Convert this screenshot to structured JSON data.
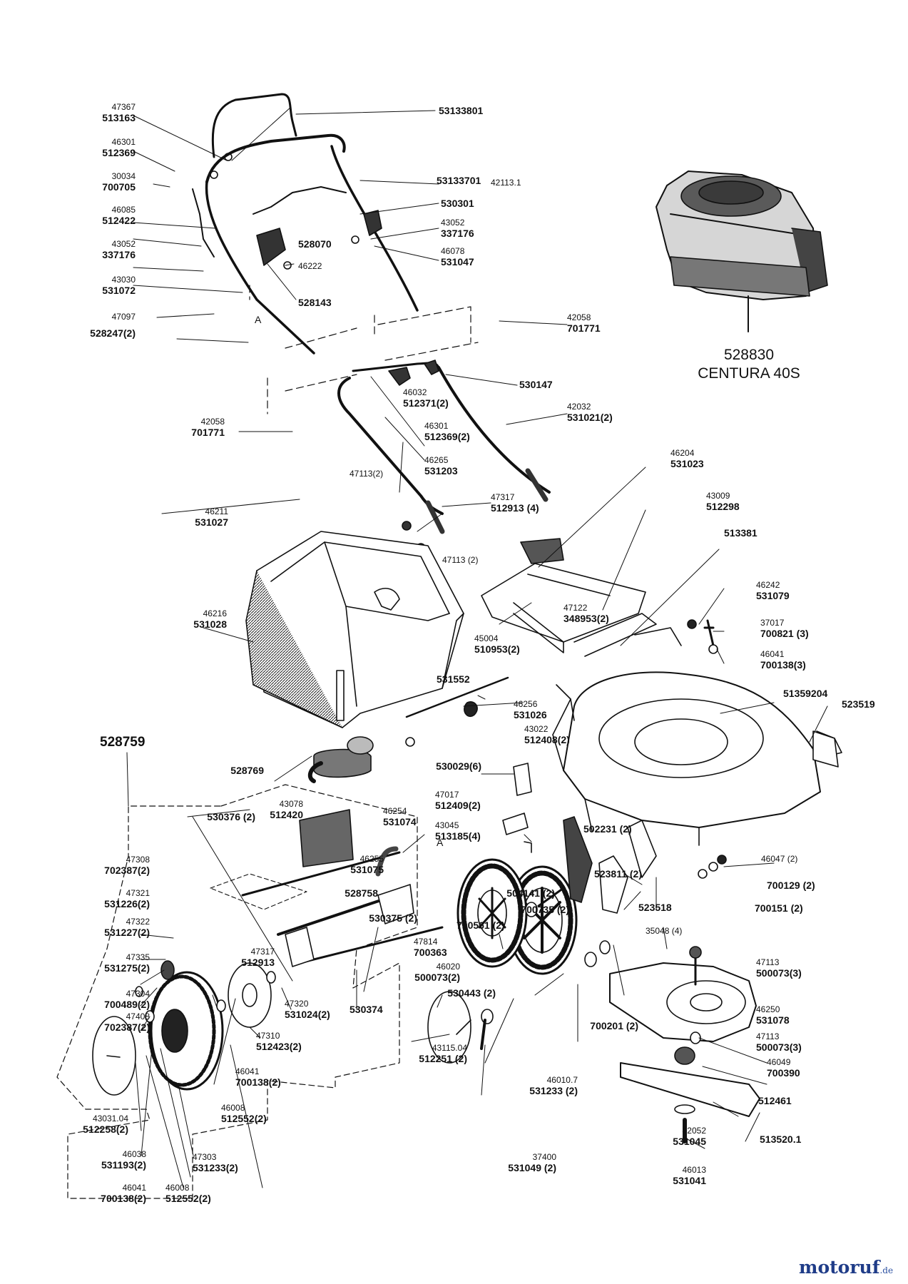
{
  "engine": {
    "part": "528830",
    "model": "CENTURA 40S"
  },
  "assembly": {
    "drive_unit": "528759",
    "marker": "A"
  },
  "labels": [
    {
      "id": "l1",
      "ref": "47367",
      "pn": "513163"
    },
    {
      "id": "l2",
      "ref": "46301",
      "pn": "512369"
    },
    {
      "id": "l3",
      "ref": "30034",
      "pn": "700705"
    },
    {
      "id": "l4",
      "ref": "46085",
      "pn": "512422"
    },
    {
      "id": "l5",
      "ref": "43052",
      "pn": "337176"
    },
    {
      "id": "l6",
      "ref": "43030",
      "pn": "531072"
    },
    {
      "id": "l7",
      "ref": "47097",
      "pn": ""
    },
    {
      "id": "l8",
      "ref": "",
      "pn": "528247(2)"
    },
    {
      "id": "l9",
      "ref": "",
      "pn": "53133801"
    },
    {
      "id": "l10",
      "ref": "",
      "pn": "53133701"
    },
    {
      "id": "l11",
      "ref": "42113.1",
      "pn": ""
    },
    {
      "id": "l12",
      "ref": "",
      "pn": "530301"
    },
    {
      "id": "l13",
      "ref": "43052",
      "pn": "337176"
    },
    {
      "id": "l14",
      "ref": "46078",
      "pn": "531047"
    },
    {
      "id": "l15",
      "ref": "",
      "pn": "528070"
    },
    {
      "id": "l16",
      "ref": "46222",
      "pn": ""
    },
    {
      "id": "l17",
      "ref": "",
      "pn": "528143"
    },
    {
      "id": "l18",
      "ref": "42058",
      "pn": "701771"
    },
    {
      "id": "l19",
      "ref": "",
      "pn": "530147"
    },
    {
      "id": "l20",
      "ref": "46032",
      "pn": "512371(2)"
    },
    {
      "id": "l21",
      "ref": "42032",
      "pn": "531021(2)"
    },
    {
      "id": "l22",
      "ref": "42058",
      "pn": "701771"
    },
    {
      "id": "l23",
      "ref": "46301",
      "pn": "512369(2)"
    },
    {
      "id": "l24",
      "ref": "46265",
      "pn": "531203"
    },
    {
      "id": "l25",
      "ref": "47113(2)",
      "pn": ""
    },
    {
      "id": "l26",
      "ref": "47317",
      "pn": "512913 (4)"
    },
    {
      "id": "l27",
      "ref": "46211",
      "pn": "531027"
    },
    {
      "id": "l28",
      "ref": "47113 (2)",
      "pn": ""
    },
    {
      "id": "l29",
      "ref": "46204",
      "pn": "531023"
    },
    {
      "id": "l30",
      "ref": "43009",
      "pn": "512298"
    },
    {
      "id": "l31",
      "ref": "",
      "pn": "513381"
    },
    {
      "id": "l32",
      "ref": "46242",
      "pn": "531079"
    },
    {
      "id": "l33",
      "ref": "37017",
      "pn": "700821 (3)"
    },
    {
      "id": "l34",
      "ref": "46041",
      "pn": "700138(3)"
    },
    {
      "id": "l35",
      "ref": "46216",
      "pn": "531028"
    },
    {
      "id": "l36",
      "ref": "47122",
      "pn": "348953(2)"
    },
    {
      "id": "l37",
      "ref": "45004",
      "pn": "510953(2)"
    },
    {
      "id": "l38",
      "ref": "",
      "pn": "531552"
    },
    {
      "id": "l39",
      "ref": "46256",
      "pn": "531026"
    },
    {
      "id": "l40",
      "ref": "",
      "pn": "51359204"
    },
    {
      "id": "l41",
      "ref": "",
      "pn": "523519"
    },
    {
      "id": "l42",
      "ref": "",
      "pn": "528769"
    },
    {
      "id": "l43",
      "ref": "43022",
      "pn": "512408(2)"
    },
    {
      "id": "l44",
      "ref": "",
      "pn": "530029(6)"
    },
    {
      "id": "l45",
      "ref": "47017",
      "pn": "512409(2)"
    },
    {
      "id": "l46",
      "ref": "43045",
      "pn": "513185(4)"
    },
    {
      "id": "l47",
      "ref": "",
      "pn": "530376 (2)"
    },
    {
      "id": "l48",
      "ref": "43078",
      "pn": "512420"
    },
    {
      "id": "l49",
      "ref": "46254",
      "pn": "531074"
    },
    {
      "id": "l50",
      "ref": "",
      "pn": "502231 (2)"
    },
    {
      "id": "l51",
      "ref": "46047 (2)",
      "pn": ""
    },
    {
      "id": "l52",
      "ref": "47308",
      "pn": "702387(2)"
    },
    {
      "id": "l53",
      "ref": "47321",
      "pn": "531226(2)"
    },
    {
      "id": "l54",
      "ref": "47322",
      "pn": "531227(2)"
    },
    {
      "id": "l55",
      "ref": "46255",
      "pn": "531075"
    },
    {
      "id": "l56",
      "ref": "",
      "pn": "528758"
    },
    {
      "id": "l57",
      "ref": "",
      "pn": "523811 (2)"
    },
    {
      "id": "l58",
      "ref": "",
      "pn": "700129 (2)"
    },
    {
      "id": "l59",
      "ref": "",
      "pn": "504141 (2)"
    },
    {
      "id": "l60",
      "ref": "",
      "pn": "700735 (2)"
    },
    {
      "id": "l61",
      "ref": "",
      "pn": "523518"
    },
    {
      "id": "l62",
      "ref": "",
      "pn": "700151 (2)"
    },
    {
      "id": "l63",
      "ref": "",
      "pn": "530375 (2)"
    },
    {
      "id": "l64",
      "ref": "47335",
      "pn": "531275(2)"
    },
    {
      "id": "l65",
      "ref": "47317",
      "pn": "512913"
    },
    {
      "id": "l66",
      "ref": "",
      "pn": "700561 (2)"
    },
    {
      "id": "l67",
      "ref": "47814",
      "pn": "700363"
    },
    {
      "id": "l68",
      "ref": "35048 (4)",
      "pn": ""
    },
    {
      "id": "l69",
      "ref": "47304",
      "pn": "700489(2)"
    },
    {
      "id": "l70",
      "ref": "46020",
      "pn": "500073(2)"
    },
    {
      "id": "l71",
      "ref": "47113",
      "pn": "500073(3)"
    },
    {
      "id": "l72",
      "ref": "47408",
      "pn": "702387(2)"
    },
    {
      "id": "l73",
      "ref": "47320",
      "pn": "531024(2)"
    },
    {
      "id": "l74",
      "ref": "",
      "pn": "530374"
    },
    {
      "id": "l75",
      "ref": "",
      "pn": "530443 (2)"
    },
    {
      "id": "l76",
      "ref": "46250",
      "pn": "531078"
    },
    {
      "id": "l77",
      "ref": "47310",
      "pn": "512423(2)"
    },
    {
      "id": "l78",
      "ref": "",
      "pn": "700201 (2)"
    },
    {
      "id": "l79",
      "ref": "47113",
      "pn": "500073(3)"
    },
    {
      "id": "l80",
      "ref": "43115.04",
      "pn": "512251 (2)"
    },
    {
      "id": "l81",
      "ref": "46010.7",
      "pn": "531233 (2)"
    },
    {
      "id": "l82",
      "ref": "46049",
      "pn": "700390"
    },
    {
      "id": "l83",
      "ref": "46041",
      "pn": "700138(2)"
    },
    {
      "id": "l84",
      "ref": "43031.04",
      "pn": "512258(2)"
    },
    {
      "id": "l85",
      "ref": "37400",
      "pn": "531049 (2)"
    },
    {
      "id": "l86",
      "ref": "",
      "pn": "512461"
    },
    {
      "id": "l87",
      "ref": "46008",
      "pn": "512552(2)"
    },
    {
      "id": "l88",
      "ref": "42052",
      "pn": "531045"
    },
    {
      "id": "l89",
      "ref": "46038",
      "pn": "531193(2)"
    },
    {
      "id": "l90",
      "ref": "47303",
      "pn": "531233(2)"
    },
    {
      "id": "l91",
      "ref": "",
      "pn": "513520.1"
    },
    {
      "id": "l92",
      "ref": "46013",
      "pn": "531041"
    },
    {
      "id": "l93",
      "ref": "46041",
      "pn": "700138(2)"
    },
    {
      "id": "l94",
      "ref": "46008",
      "pn": "512552(2)"
    }
  ],
  "watermark": {
    "name": "motoruf",
    "tld": ".de"
  }
}
